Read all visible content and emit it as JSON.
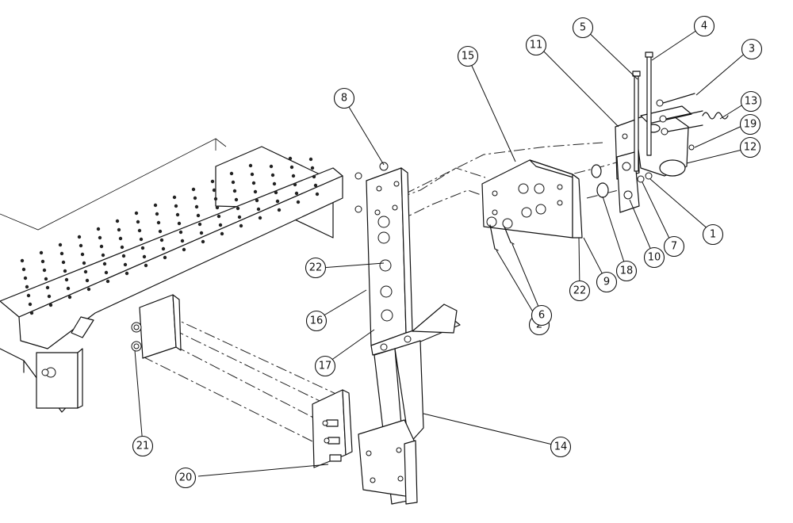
{
  "callouts": [
    {
      "label": "1"
    },
    {
      "label": "2"
    },
    {
      "label": "3"
    },
    {
      "label": "4"
    },
    {
      "label": "5"
    },
    {
      "label": "6"
    },
    {
      "label": "7"
    },
    {
      "label": "8"
    },
    {
      "label": "9"
    },
    {
      "label": "10"
    },
    {
      "label": "11"
    },
    {
      "label": "12"
    },
    {
      "label": "13"
    },
    {
      "label": "14"
    },
    {
      "label": "15"
    },
    {
      "label": "16"
    },
    {
      "label": "17"
    },
    {
      "label": "18"
    },
    {
      "label": "19"
    },
    {
      "label": "20"
    },
    {
      "label": "21"
    },
    {
      "label": "22"
    },
    {
      "label": "22"
    }
  ]
}
